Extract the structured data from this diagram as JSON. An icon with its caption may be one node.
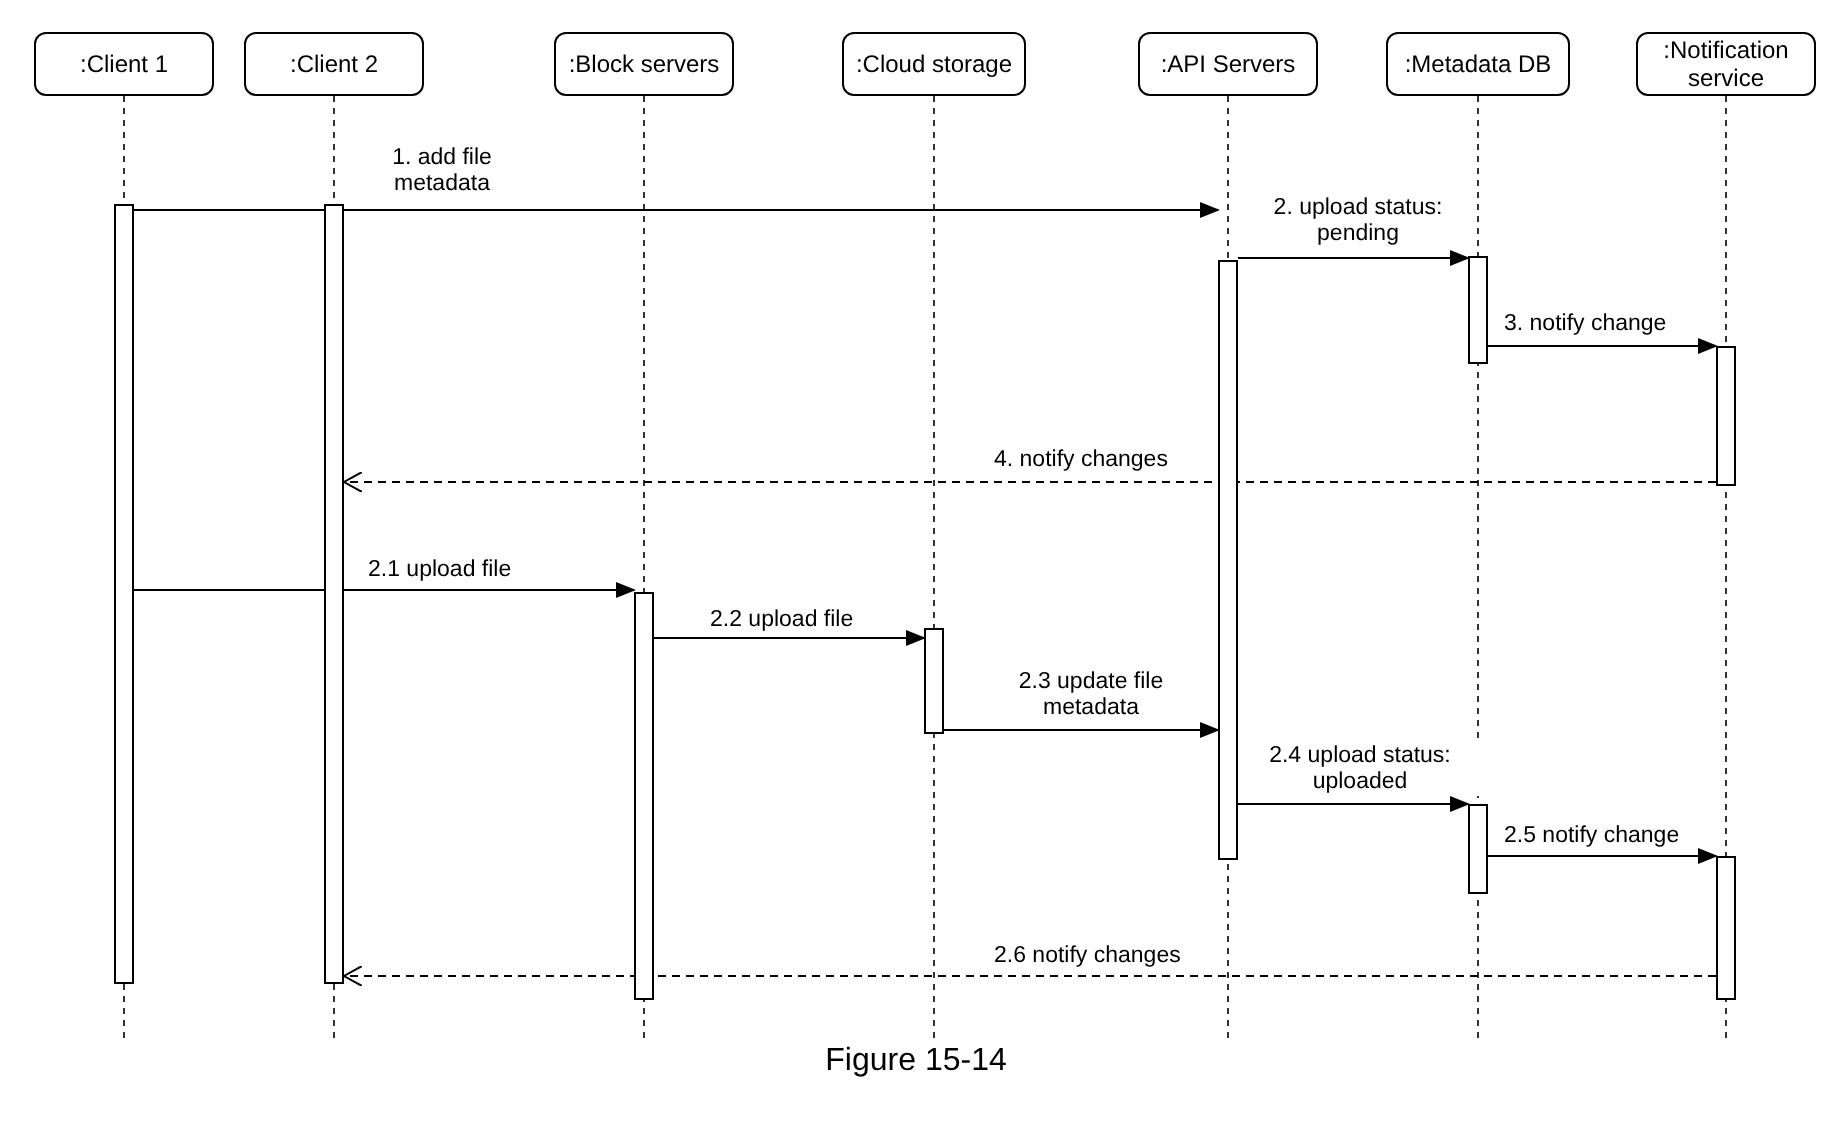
{
  "diagram": {
    "caption": "Figure 15-14",
    "nodes": [
      {
        "text": [
          ":Client 1"
        ]
      },
      {
        "text": [
          ":Client 2"
        ]
      },
      {
        "text": [
          ":Block servers"
        ]
      },
      {
        "text": [
          ":Cloud storage"
        ]
      },
      {
        "text": [
          ":API Servers"
        ]
      },
      {
        "text": [
          ":Metadata DB"
        ]
      },
      {
        "text": [
          ":Notification service"
        ]
      },
      {
        "text": [],
        "shape": "bar"
      },
      {
        "text": [],
        "shape": "bar"
      },
      {
        "text": [],
        "shape": "bar"
      },
      {
        "text": [],
        "shape": "bar"
      },
      {
        "text": [],
        "shape": "bar"
      },
      {
        "text": [],
        "shape": "bar"
      },
      {
        "text": [],
        "shape": "bar"
      },
      {
        "text": [],
        "shape": "bar"
      },
      {
        "text": [],
        "shape": "bar"
      }
    ],
    "edges": [
      {
        "from": 7,
        "to": 9,
        "arrow": "to",
        "label": "1. add file metadata"
      },
      {
        "from": 9,
        "to": 10,
        "arrow": "to",
        "label": "2. upload status: pending"
      },
      {
        "from": 10,
        "to": 11,
        "arrow": "to",
        "label": "3. notify change"
      },
      {
        "from": 11,
        "to": 8,
        "arrow": "to",
        "label": "4. notify changes",
        "style": "dashed"
      },
      {
        "from": 7,
        "to": 12,
        "arrow": "to",
        "label": "2.1 upload file"
      },
      {
        "from": 12,
        "to": 13,
        "arrow": "to",
        "label": "2.2 upload file"
      },
      {
        "from": 13,
        "to": 9,
        "arrow": "to",
        "label": "2.3 update file metadata"
      },
      {
        "from": 9,
        "to": 14,
        "arrow": "to",
        "label": "2.4 upload status: uploaded"
      },
      {
        "from": 14,
        "to": 15,
        "arrow": "to",
        "label": "2.5 notify change"
      },
      {
        "from": 15,
        "to": 8,
        "arrow": "to",
        "label": "2.6 notify changes",
        "style": "dashed"
      }
    ]
  }
}
